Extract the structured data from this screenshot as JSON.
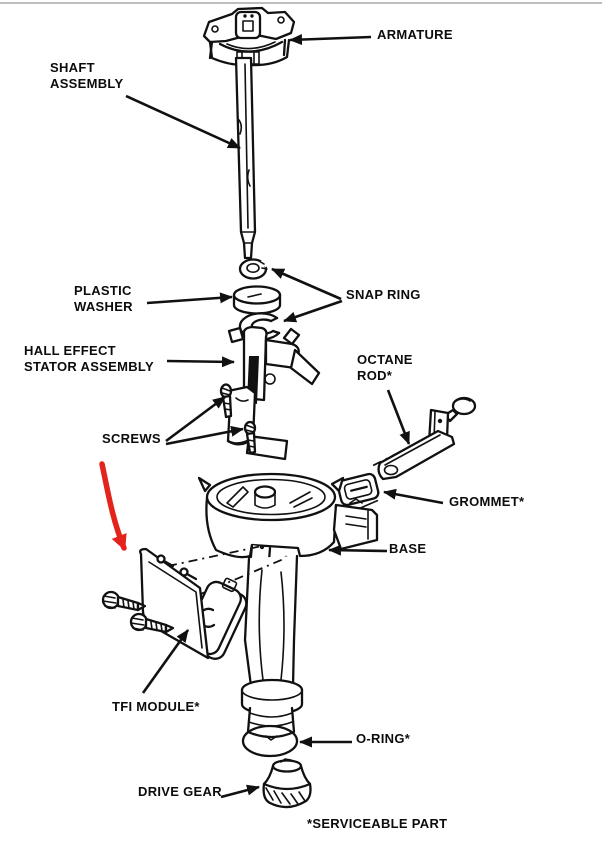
{
  "diagram": {
    "kind": "exploded-parts-diagram",
    "labels": {
      "armature": "ARMATURE",
      "shaft_assembly": "SHAFT\nASSEMBLY",
      "plastic_washer": "PLASTIC\nWASHER",
      "snap_ring": "SNAP RING",
      "hall_effect_stator": "HALL EFFECT\nSTATOR ASSEMBLY",
      "octane_rod": "OCTANE\nROD*",
      "screws": "SCREWS",
      "grommet": "GROMMET*",
      "base": "BASE",
      "tfi_module": "TFI MODULE*",
      "o_ring": "O-RING*",
      "drive_gear": "DRIVE GEAR"
    },
    "footnote": "*SERVICEABLE PART",
    "colors": {
      "ink": "#111111",
      "annotation_red": "#e3231c",
      "background": "#ffffff"
    }
  }
}
